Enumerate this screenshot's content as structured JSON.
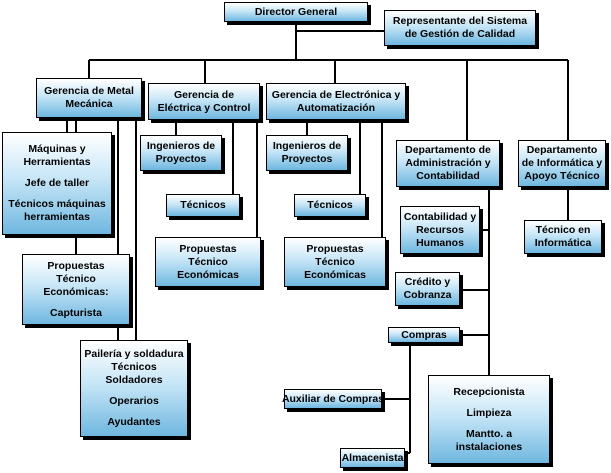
{
  "boxes": {
    "director": [
      "Director General"
    ],
    "representante": [
      "Representante del Sistema",
      "de Gestión de Calidad"
    ],
    "gerencia_metal": [
      "Gerencia de Metal",
      "Mecánica"
    ],
    "gerencia_electrica": [
      "Gerencia de",
      "Eléctrica y Control"
    ],
    "gerencia_electronica": [
      "Gerencia de Electrónica y",
      "Automatización"
    ],
    "depto_admin": [
      "Departamento de",
      "Administración y",
      "Contabilidad"
    ],
    "depto_informatica": [
      "Departamento",
      "de Informática y",
      "Apoyo Técnico"
    ],
    "maquinas": [
      "Máquinas y",
      "Herramientas",
      "",
      "Jefe de taller",
      "",
      "Técnicos máquinas",
      "herramientas"
    ],
    "propuestas_metal": [
      "Propuestas",
      "Técnico",
      "Económicas:",
      "",
      "Capturista"
    ],
    "paileria": [
      "Pailería y soldadura",
      "Técnicos",
      "Soldadores",
      "",
      "Operarios",
      "",
      "Ayudantes"
    ],
    "ingenieros_electrica": [
      "Ingenieros de",
      "Proyectos"
    ],
    "tecnicos_electrica": [
      "Técnicos"
    ],
    "propuestas_electrica": [
      "Propuestas",
      "Técnico",
      "Económicas"
    ],
    "ingenieros_electronica": [
      "Ingenieros de",
      "Proyectos"
    ],
    "tecnicos_electronica": [
      "Técnicos"
    ],
    "propuestas_electronica": [
      "Propuestas",
      "Técnico",
      "Económicas"
    ],
    "contabilidad": [
      "Contabilidad y",
      "Recursos",
      "Humanos"
    ],
    "credito": [
      "Crédito y",
      "Cobranza"
    ],
    "compras": [
      "Compras"
    ],
    "auxiliar_compras": [
      "Auxiliar de Compras"
    ],
    "almacenista": [
      "Almacenista"
    ],
    "recepcionista": [
      "Recepcionista",
      "",
      "Limpieza",
      "",
      "Mantto. a",
      "instalaciones"
    ],
    "tecnico_informatica": [
      "Técnico en",
      "Informática"
    ]
  }
}
